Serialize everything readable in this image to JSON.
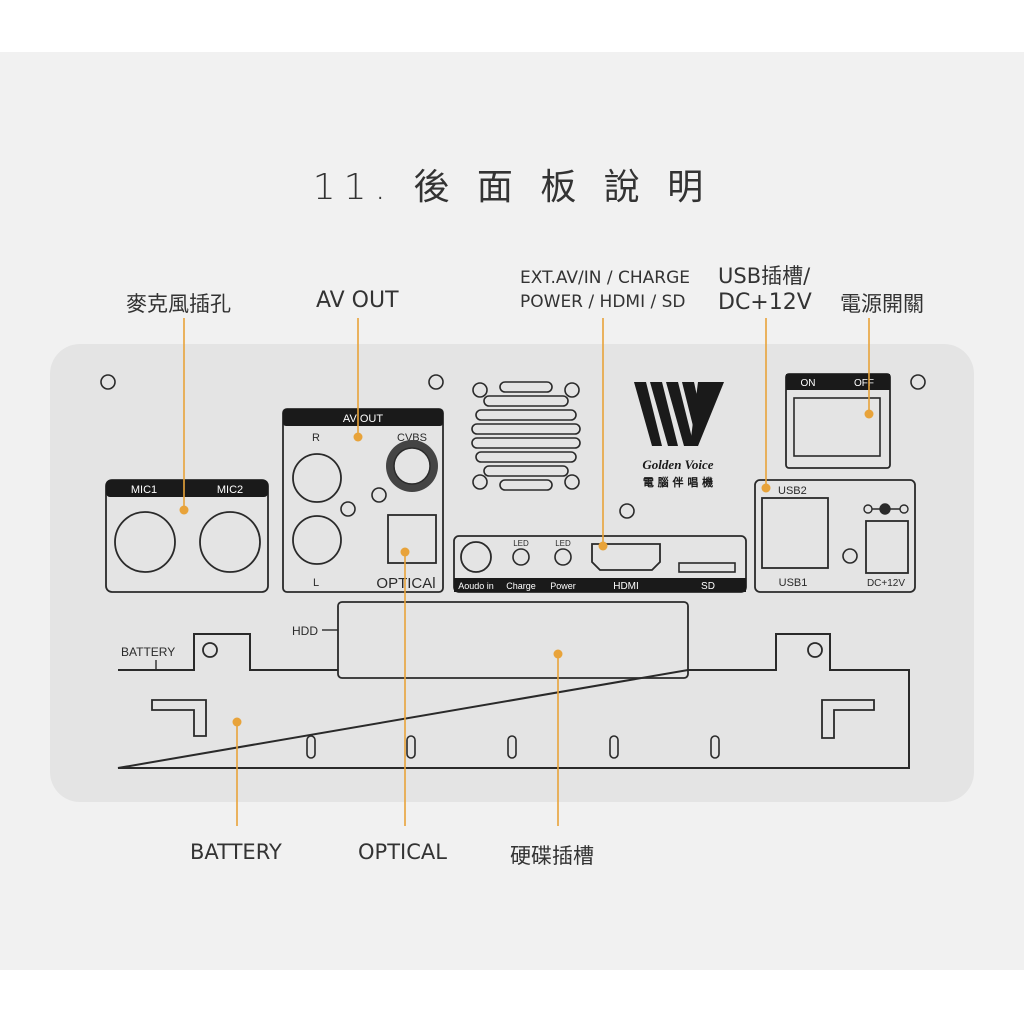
{
  "title": "11. 後 面 板 說 明",
  "callouts": {
    "mic_jack": "麥克風插孔",
    "av_out": "AV OUT",
    "ext_line1": "EXT.AV/IN / CHARGE",
    "ext_line2": "POWER / HDMI / SD",
    "usb_line1": "USB插槽/",
    "usb_line2": "DC+12V",
    "power_switch": "電源開關",
    "battery": "BATTERY",
    "optical": "OPTICAL",
    "hdd_slot": "硬碟插槽"
  },
  "panel": {
    "mic1": "MIC1",
    "mic2": "MIC2",
    "av_out_header": "AV OUT",
    "r": "R",
    "l": "L",
    "cvbs": "CVBS",
    "optical": "OPTICAl",
    "led1": "LED",
    "led2": "LED",
    "audio_in": "Aoudo in",
    "charge": "Charge",
    "power": "Power",
    "hdmi": "HDMI",
    "sd": "SD",
    "on": "ON",
    "off": "OFF",
    "usb2": "USB2",
    "usb1": "USB1",
    "dc12v": "DC+12V",
    "hdd": "HDD",
    "battery": "BATTERY",
    "brand_en": "Golden Voice",
    "brand_zh": "電 腦 伴 唱 機"
  },
  "colors": {
    "accent": "#e8a33a",
    "panel": "#e4e4e4",
    "line": "#2a2a2a",
    "page_bg": "#f1f1f1"
  }
}
